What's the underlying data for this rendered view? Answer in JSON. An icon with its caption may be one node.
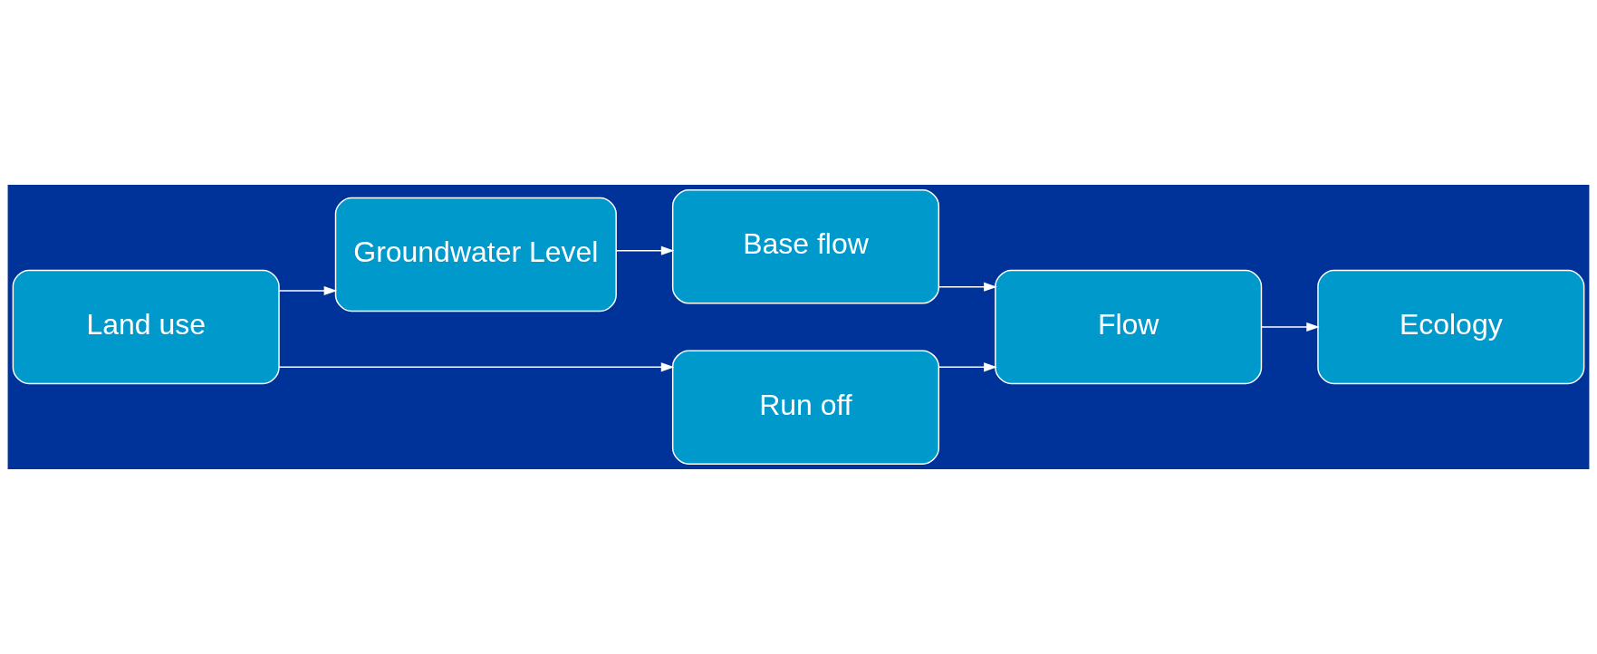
{
  "diagram": {
    "nodes": [
      {
        "text": [
          "Groundwater Level"
        ]
      },
      {
        "text": [
          "Base flow"
        ]
      },
      {
        "text": [
          "Land use"
        ]
      },
      {
        "text": [
          "Flow"
        ]
      },
      {
        "text": [
          "Ecology"
        ]
      },
      {
        "text": [
          "Run off"
        ]
      }
    ],
    "edges": [
      {
        "from": 2,
        "to": 0,
        "arrow": "to"
      },
      {
        "from": 0,
        "to": 1,
        "arrow": "to"
      },
      {
        "from": 1,
        "to": 3,
        "arrow": "to"
      },
      {
        "from": 2,
        "to": 5,
        "arrow": "to"
      },
      {
        "from": 5,
        "to": 3,
        "arrow": "to"
      },
      {
        "from": 3,
        "to": 4,
        "arrow": "to"
      }
    ]
  }
}
